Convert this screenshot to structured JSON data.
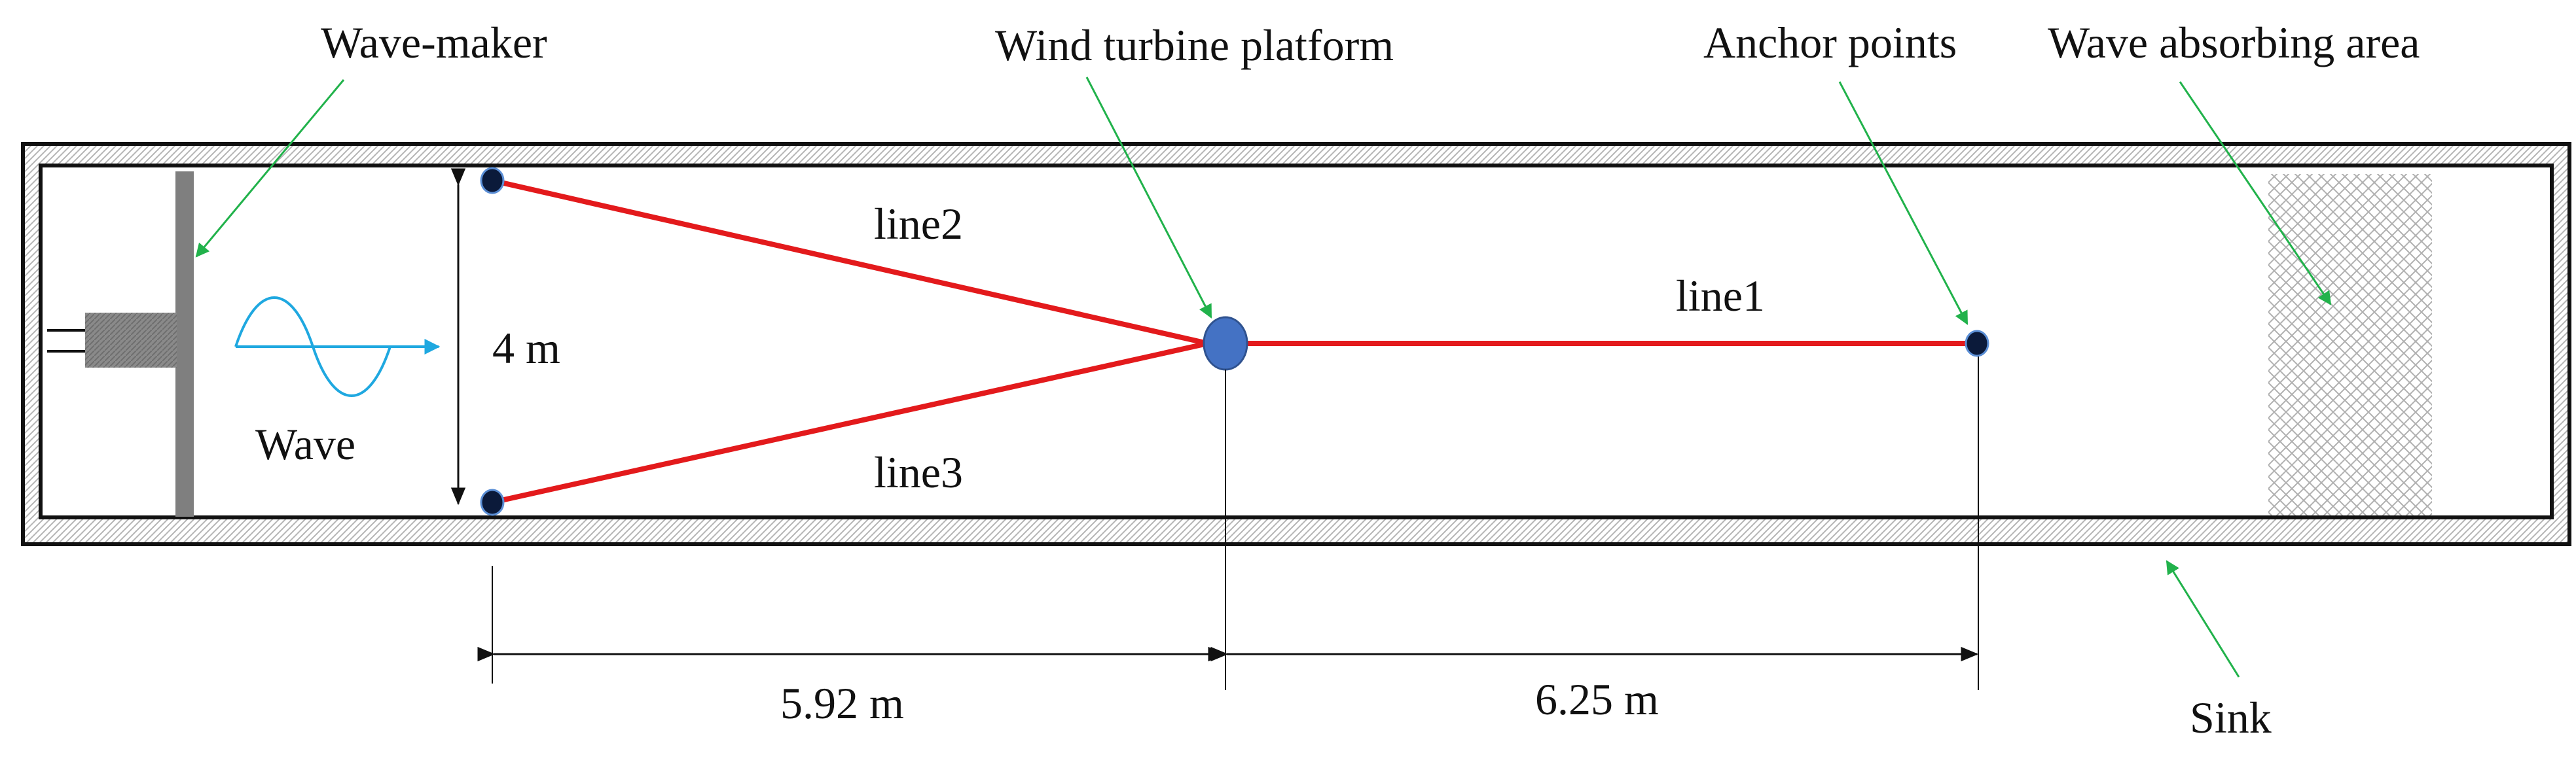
{
  "labels": {
    "wave_maker": "Wave-maker",
    "wind_turbine_platform": "Wind turbine platform",
    "anchor_points": "Anchor points",
    "wave_absorbing_area": "Wave absorbing area",
    "wave": "Wave",
    "sink": "Sink",
    "line1": "line1",
    "line2": "line2",
    "line3": "line3"
  },
  "dimensions": {
    "width": "4 m",
    "dist_left": "5.92 m",
    "dist_right": "6.25 m"
  },
  "colors": {
    "mooring_line": "#e31a1c",
    "platform": "#4472c4",
    "pointer_arrow": "#21b24b",
    "wave_symbol": "#1fa8e0",
    "anchor": "#0b1a3a",
    "wave_maker_body": "#7f7f7f",
    "wall_hatch": "#b5b5b5",
    "absorber_hatch": "#b0b0b0"
  }
}
